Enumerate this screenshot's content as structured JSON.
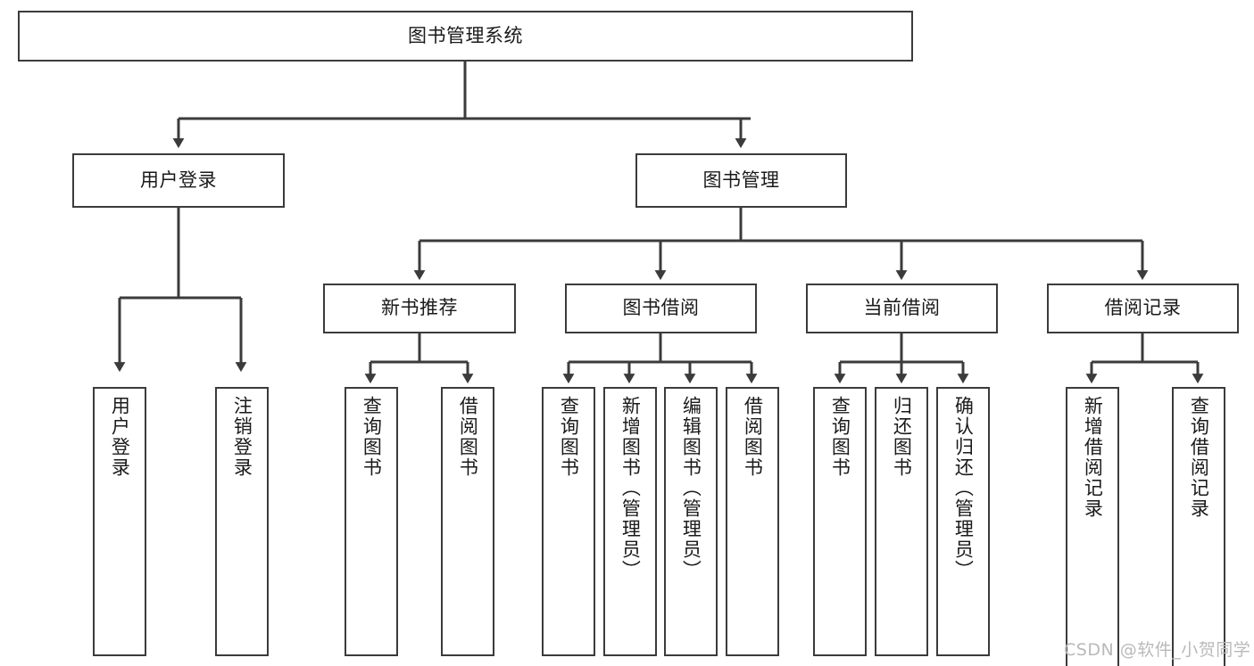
{
  "diagram": {
    "type": "tree-hierarchy-flowchart",
    "title": "图书管理系统",
    "background_color": "#ffffff",
    "box_border_color": "#3b3b3b",
    "box_fill_color": "#ffffff",
    "connector_color": "#3b3b3b",
    "root": {
      "id": "root",
      "label": "图书管理系统",
      "orientation": "horizontal"
    },
    "level2": [
      {
        "id": "user-login",
        "label": "用户登录",
        "orientation": "horizontal"
      },
      {
        "id": "book-manage",
        "label": "图书管理",
        "orientation": "horizontal"
      }
    ],
    "level3": [
      {
        "id": "new-book-recommend",
        "label": "新书推荐",
        "orientation": "horizontal",
        "parent": "book-manage"
      },
      {
        "id": "book-borrow",
        "label": "图书借阅",
        "orientation": "horizontal",
        "parent": "book-manage"
      },
      {
        "id": "current-borrow",
        "label": "当前借阅",
        "orientation": "horizontal",
        "parent": "book-manage"
      },
      {
        "id": "borrow-record",
        "label": "借阅记录",
        "orientation": "horizontal",
        "parent": "book-manage"
      }
    ],
    "leaves": [
      {
        "id": "leaf-user-login",
        "label": "用户登录",
        "parent": "user-login",
        "orientation": "vertical"
      },
      {
        "id": "leaf-logout-login",
        "label": "注销登录",
        "parent": "user-login",
        "orientation": "vertical"
      },
      {
        "id": "leaf-query-book-1",
        "label": "查询图书",
        "parent": "new-book-recommend",
        "orientation": "vertical"
      },
      {
        "id": "leaf-borrow-book-1",
        "label": "借阅图书",
        "parent": "new-book-recommend",
        "orientation": "vertical"
      },
      {
        "id": "leaf-query-book-2",
        "label": "查询图书",
        "parent": "book-borrow",
        "orientation": "vertical"
      },
      {
        "id": "leaf-add-book",
        "label": "新增图书（管理员）",
        "parent": "book-borrow",
        "orientation": "vertical"
      },
      {
        "id": "leaf-edit-book",
        "label": "编辑图书（管理员）",
        "parent": "book-borrow",
        "orientation": "vertical"
      },
      {
        "id": "leaf-borrow-book-2",
        "label": "借阅图书",
        "parent": "book-borrow",
        "orientation": "vertical"
      },
      {
        "id": "leaf-query-book-3",
        "label": "查询图书",
        "parent": "current-borrow",
        "orientation": "vertical"
      },
      {
        "id": "leaf-return-book",
        "label": "归还图书",
        "parent": "current-borrow",
        "orientation": "vertical"
      },
      {
        "id": "leaf-confirm-return",
        "label": "确认归还（管理员）",
        "parent": "current-borrow",
        "orientation": "vertical"
      },
      {
        "id": "leaf-add-record",
        "label": "新增借阅记录",
        "parent": "borrow-record",
        "orientation": "vertical"
      },
      {
        "id": "leaf-query-record",
        "label": "查询借阅记录",
        "parent": "borrow-record",
        "orientation": "vertical"
      }
    ]
  },
  "watermark": {
    "text": "CSDN @软件_小贺同学",
    "color": "#b9b9b9"
  }
}
